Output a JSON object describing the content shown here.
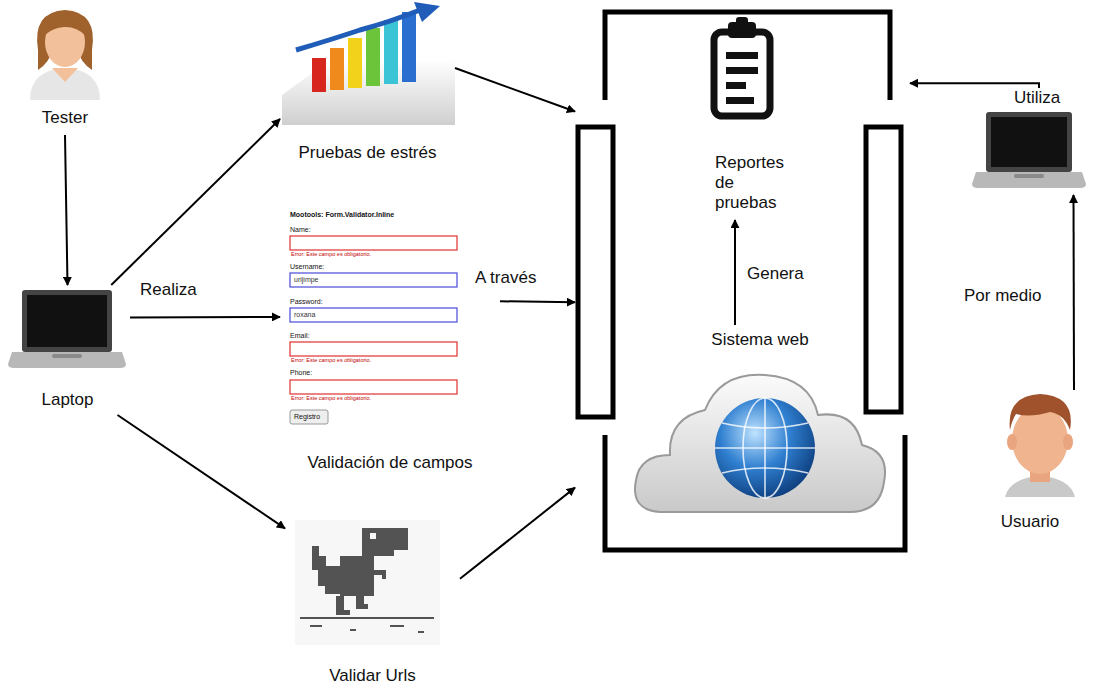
{
  "diagram": {
    "nodes": [
      {
        "text": [
          "Tester"
        ]
      },
      {
        "text": [
          "Laptop"
        ]
      },
      {
        "text": [
          "Pruebas de estrés"
        ]
      },
      {
        "text": [
          "Validación de campos"
        ]
      },
      {
        "text": [
          "Validar Urls"
        ]
      },
      {
        "text": []
      },
      {
        "text": [
          "Reportes de pruebas"
        ],
        "in": 5
      },
      {
        "text": [
          "Sistema web"
        ],
        "in": 5
      },
      {
        "text": []
      },
      {
        "text": [
          "Usuario"
        ]
      }
    ],
    "edges": [
      {
        "from": 0,
        "to": 1,
        "arrow": "to"
      },
      {
        "from": 1,
        "to": 2,
        "arrow": "to"
      },
      {
        "from": 1,
        "to": 3,
        "label": "Realiza",
        "arrow": "to"
      },
      {
        "from": 1,
        "to": 4,
        "arrow": "to"
      },
      {
        "from": 2,
        "to": 5,
        "arrow": "to"
      },
      {
        "from": 3,
        "to": 5,
        "label": "A través",
        "arrow": "to"
      },
      {
        "from": 4,
        "to": 5,
        "arrow": "to"
      },
      {
        "from": 7,
        "to": 6,
        "label": "Genera",
        "arrow": "to"
      },
      {
        "from": 8,
        "to": 5,
        "label": "Utiliza",
        "arrow": "to"
      },
      {
        "from": 9,
        "to": 8,
        "label": "Por medio",
        "arrow": "to"
      }
    ],
    "labels": [
      "Mootools: Form.Validator.Inline",
      "Name:",
      "Error: Este campo es obligatorio.",
      "Username:",
      "urijimpe",
      "Password:",
      "roxana",
      "Email:",
      "Error: Este campo es obligatorio.",
      "Phone:",
      "Error: Este campo es obligatorio.",
      "Registro"
    ]
  }
}
